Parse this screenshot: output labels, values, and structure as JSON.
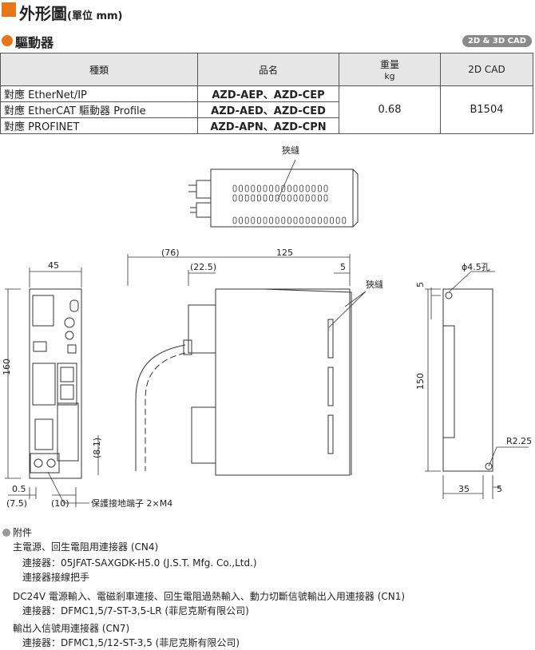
{
  "header": {
    "title": "外形圖",
    "unit": "(單位 mm)"
  },
  "section": {
    "title": "驅動器",
    "badge": "2D & 3D CAD"
  },
  "table": {
    "headers": {
      "type": "種類",
      "name": "品名",
      "weight": "重量",
      "weight_unit": "kg",
      "cad": "2D CAD"
    },
    "rows": [
      {
        "type": "對應 EtherNet/IP",
        "name": "AZD-AEP、AZD-CEP"
      },
      {
        "type": "對應 EtherCAT 驅動器 Profile",
        "name": "AZD-AED、AZD-CED"
      },
      {
        "type": "對應 PROFINET",
        "name": "AZD-APN、AZD-CPN"
      }
    ],
    "weight": "0.68",
    "cad": "B1504"
  },
  "drawing": {
    "slit_label": "狹縫",
    "slit_label2": "狹縫",
    "dims": {
      "d45": "45",
      "d76": "(76)",
      "d125": "125",
      "d22_5": "(22.5)",
      "d5a": "5",
      "d160": "160",
      "d8_1": "(8.1)",
      "d0_5": "0.5",
      "d7_5": "(7.5)",
      "d10": "(10)",
      "hole": "ϕ4.5孔",
      "d5b": "5",
      "d150": "150",
      "r225": "R2.25",
      "d35": "35",
      "d5c": "5"
    },
    "ground_label": "保護接地端子 2×M4"
  },
  "accessories": {
    "title": "附件",
    "lines": [
      "主電源、回生電阻用連接器 (CN4)",
      "連接器：05JFAT-SAXGDK-H5.0 (J.S.T. Mfg. Co.,Ltd.)",
      "連接器接線把手",
      "DC24V 電源輸入、電磁剎車連接、回生電阻過熱輸入、動力切斷信號輸出入用連接器 (CN1)",
      "連接器：DFMC1,5/7-ST-3,5-LR (菲尼克斯有限公司)",
      "輸出入信號用連接器 (CN7)",
      "連接器：DFMC1,5/12-ST-3,5 (菲尼克斯有限公司)"
    ]
  }
}
